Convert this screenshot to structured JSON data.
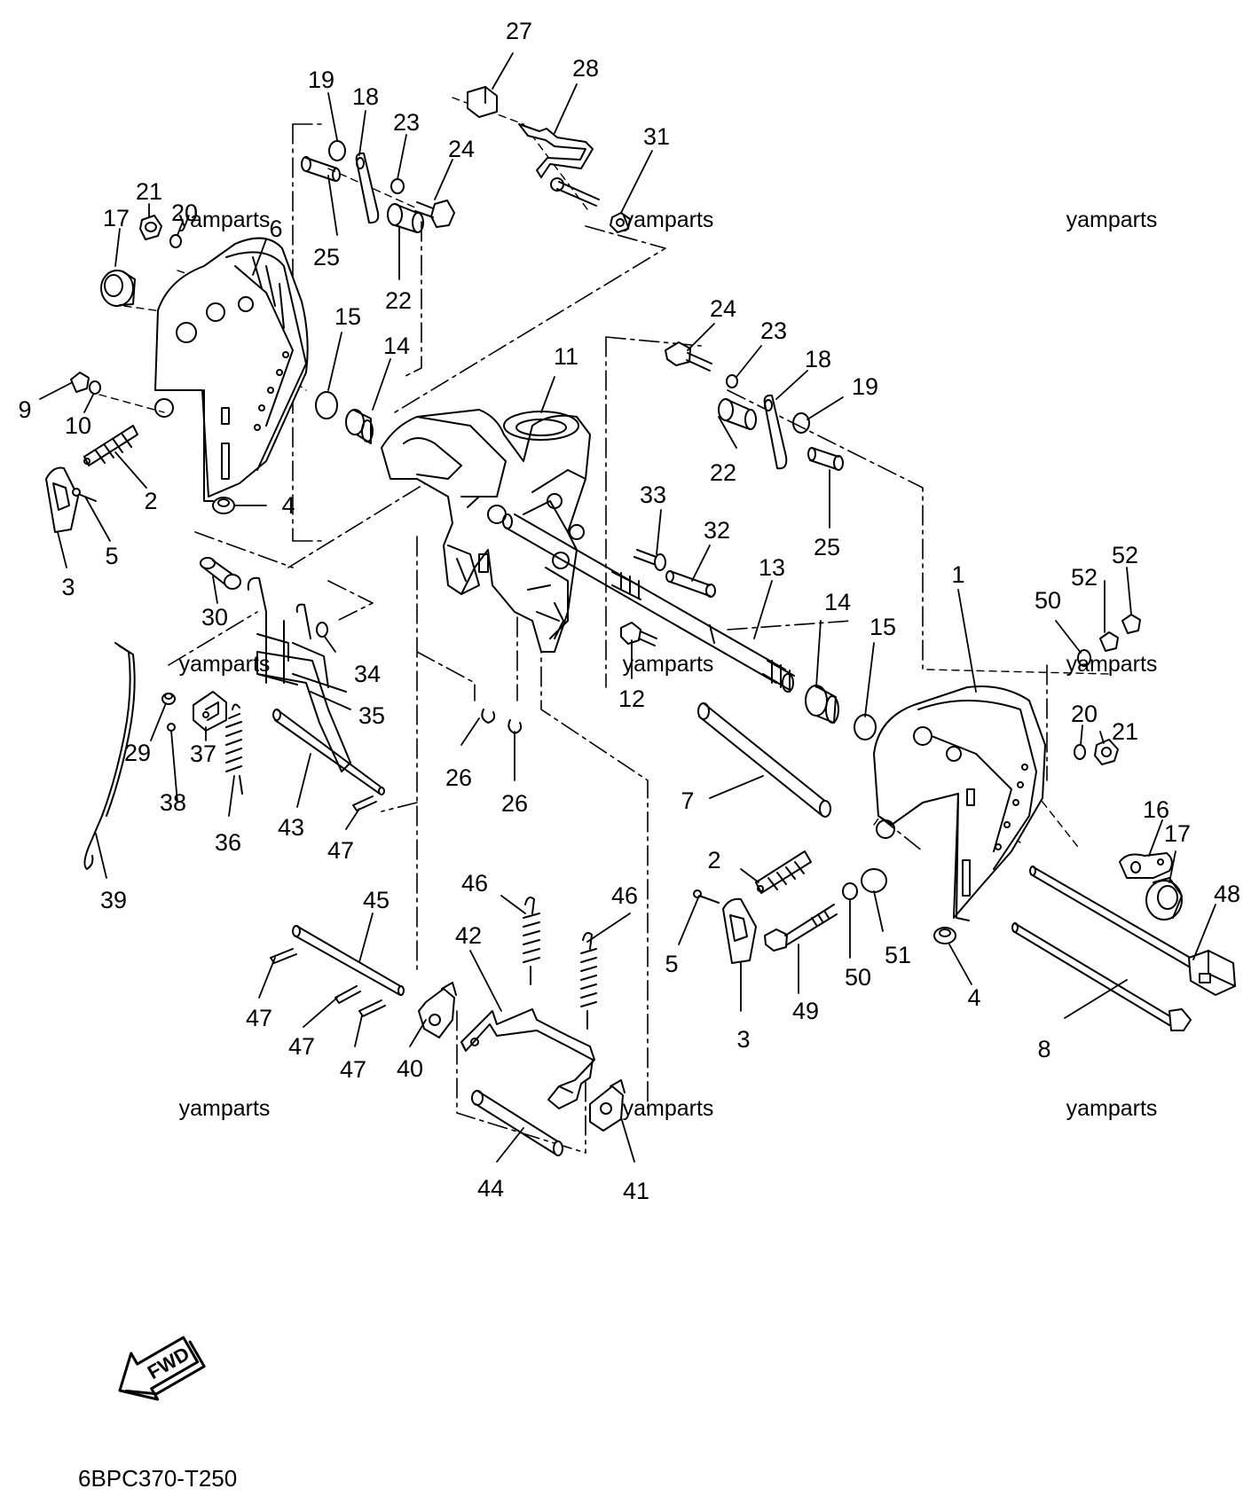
{
  "diagram_code": "6BPC370-T250",
  "fwd_label": "FWD",
  "watermark_text": "yamparts",
  "line_color": "#000000",
  "background_color": "#ffffff",
  "icons": [
    "fwd-arrow-icon"
  ],
  "callouts": [
    {
      "id": "c27a",
      "text": "27"
    },
    {
      "id": "c28a",
      "text": "28"
    },
    {
      "id": "c31a",
      "text": "31"
    },
    {
      "id": "c19a",
      "text": "19"
    },
    {
      "id": "c18a",
      "text": "18"
    },
    {
      "id": "c23a",
      "text": "23"
    },
    {
      "id": "c24a",
      "text": "24"
    },
    {
      "id": "c21a",
      "text": "21"
    },
    {
      "id": "c20a",
      "text": "20"
    },
    {
      "id": "c17a",
      "text": "17"
    },
    {
      "id": "c6a",
      "text": "6"
    },
    {
      "id": "c25a",
      "text": "25"
    },
    {
      "id": "c22a",
      "text": "22"
    },
    {
      "id": "c15a",
      "text": "15"
    },
    {
      "id": "c14a",
      "text": "14"
    },
    {
      "id": "c9a",
      "text": "9"
    },
    {
      "id": "c10a",
      "text": "10"
    },
    {
      "id": "c2a",
      "text": "2"
    },
    {
      "id": "c4a",
      "text": "4"
    },
    {
      "id": "c5a",
      "text": "5"
    },
    {
      "id": "c3a",
      "text": "3"
    },
    {
      "id": "c11a",
      "text": "11"
    },
    {
      "id": "c24b",
      "text": "24"
    },
    {
      "id": "c23b",
      "text": "23"
    },
    {
      "id": "c18b",
      "text": "18"
    },
    {
      "id": "c19b",
      "text": "19"
    },
    {
      "id": "c22b",
      "text": "22"
    },
    {
      "id": "c25b",
      "text": "25"
    },
    {
      "id": "c33a",
      "text": "33"
    },
    {
      "id": "c32a",
      "text": "32"
    },
    {
      "id": "c13a",
      "text": "13"
    },
    {
      "id": "c1a",
      "text": "1"
    },
    {
      "id": "c52a",
      "text": "52"
    },
    {
      "id": "c52b",
      "text": "52"
    },
    {
      "id": "c50a",
      "text": "50"
    },
    {
      "id": "c14b",
      "text": "14"
    },
    {
      "id": "c15b",
      "text": "15"
    },
    {
      "id": "c30a",
      "text": "30"
    },
    {
      "id": "c34a",
      "text": "34"
    },
    {
      "id": "c35a",
      "text": "35"
    },
    {
      "id": "c12a",
      "text": "12"
    },
    {
      "id": "c29a",
      "text": "29"
    },
    {
      "id": "c37a",
      "text": "37"
    },
    {
      "id": "c38a",
      "text": "38"
    },
    {
      "id": "c36a",
      "text": "36"
    },
    {
      "id": "c43a",
      "text": "43"
    },
    {
      "id": "c47a",
      "text": "47"
    },
    {
      "id": "c26a",
      "text": "26"
    },
    {
      "id": "c26b",
      "text": "26"
    },
    {
      "id": "c7a",
      "text": "7"
    },
    {
      "id": "c20b",
      "text": "20"
    },
    {
      "id": "c21b",
      "text": "21"
    },
    {
      "id": "c16a",
      "text": "16"
    },
    {
      "id": "c17b",
      "text": "17"
    },
    {
      "id": "c39a",
      "text": "39"
    },
    {
      "id": "c2b",
      "text": "2"
    },
    {
      "id": "c48a",
      "text": "48"
    },
    {
      "id": "c45a",
      "text": "45"
    },
    {
      "id": "c46a",
      "text": "46"
    },
    {
      "id": "c46b",
      "text": "46"
    },
    {
      "id": "c42a",
      "text": "42"
    },
    {
      "id": "c5b",
      "text": "5"
    },
    {
      "id": "c49a",
      "text": "49"
    },
    {
      "id": "c50b",
      "text": "50"
    },
    {
      "id": "c51a",
      "text": "51"
    },
    {
      "id": "c4b",
      "text": "4"
    },
    {
      "id": "c3b",
      "text": "3"
    },
    {
      "id": "c47b",
      "text": "47"
    },
    {
      "id": "c47c",
      "text": "47"
    },
    {
      "id": "c47d",
      "text": "47"
    },
    {
      "id": "c40a",
      "text": "40"
    },
    {
      "id": "c8a",
      "text": "8"
    },
    {
      "id": "c44a",
      "text": "44"
    },
    {
      "id": "c41a",
      "text": "41"
    }
  ]
}
